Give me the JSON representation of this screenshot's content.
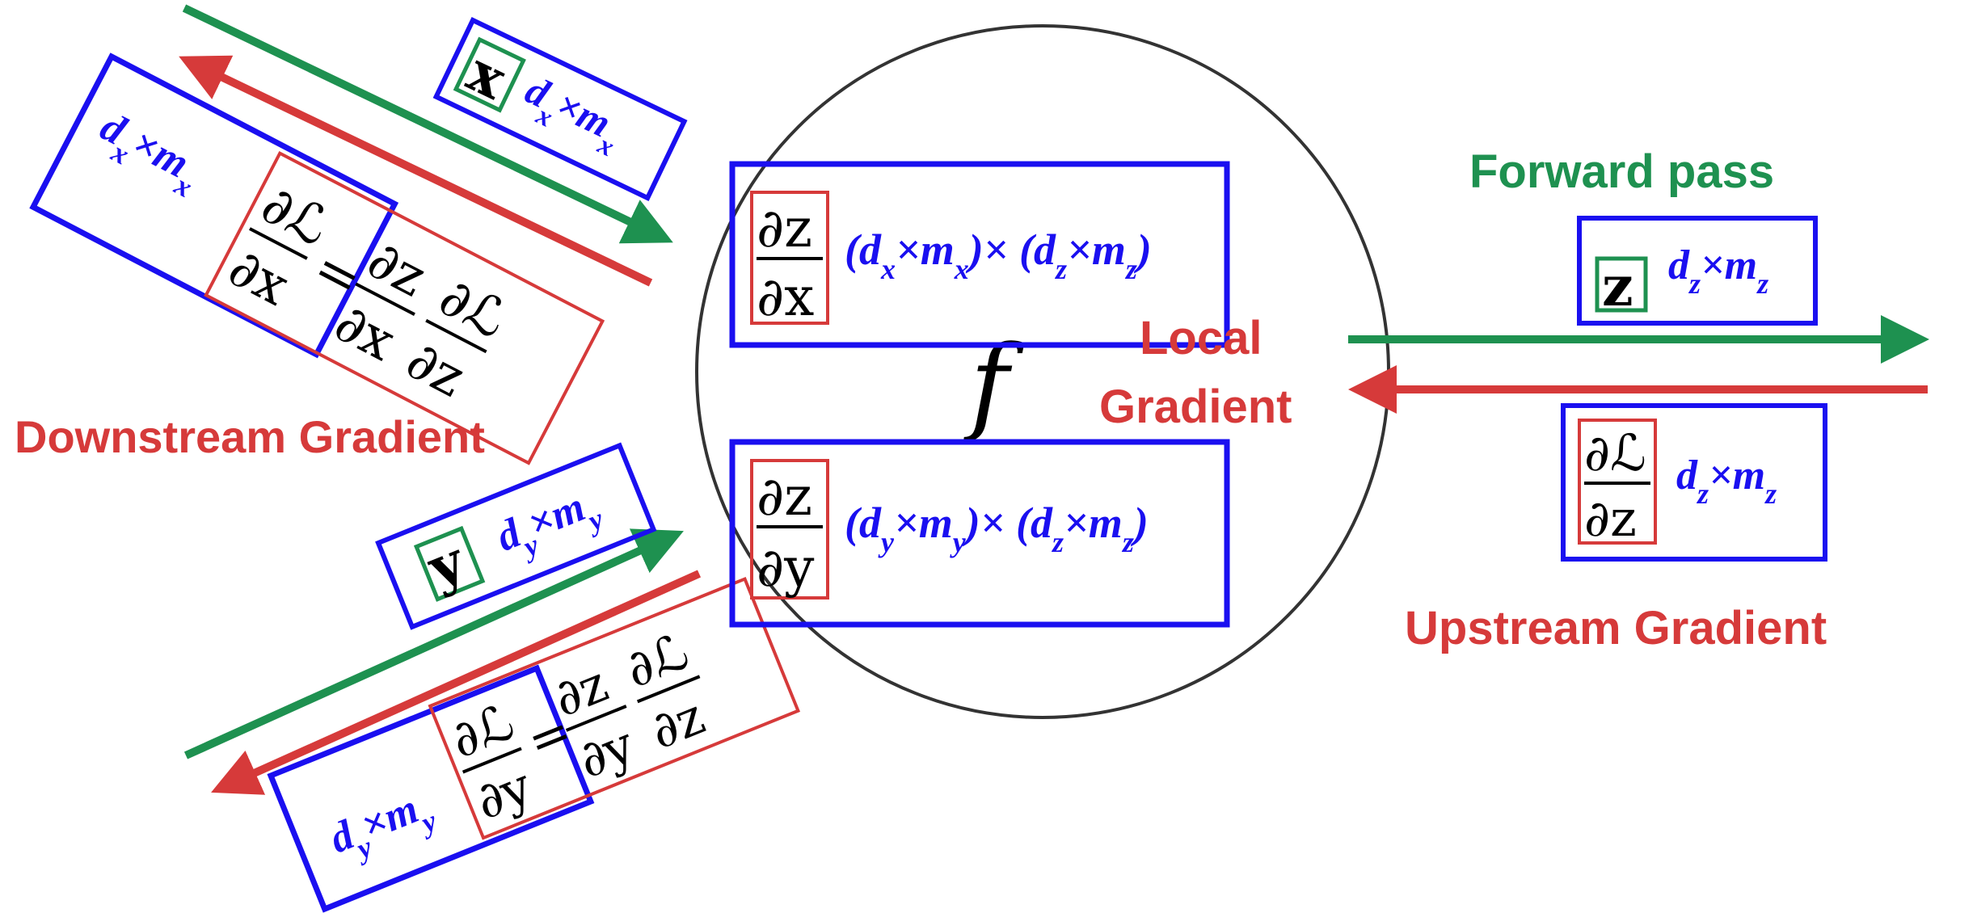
{
  "function_label": "f",
  "labels": {
    "forward_pass": "Forward pass",
    "local_gradient_line1": "Local",
    "local_gradient_line2": "Gradient",
    "downstream_gradient": "Downstream Gradient",
    "upstream_gradient": "Upstream Gradient"
  },
  "symbols": {
    "x": "x",
    "y": "y",
    "z": "z",
    "partial": "∂",
    "loss": "ℒ",
    "equals": "=",
    "times": "×"
  },
  "dims": {
    "x": {
      "d": "d",
      "d_sub": "x",
      "m": "m",
      "m_sub": "x"
    },
    "y": {
      "d": "d",
      "d_sub": "y",
      "m": "m",
      "m_sub": "y"
    },
    "z": {
      "d": "d",
      "d_sub": "z",
      "m": "m",
      "m_sub": "z"
    }
  },
  "local_gradient_dims": {
    "x_part": "(dx×mx)",
    "z_part": "(dz×mz)"
  },
  "colors": {
    "forward": "#1e9150",
    "backward": "#d63a3a",
    "box": "#1a0ff0",
    "text_blue": "#1a0ff0",
    "circle": "#333333",
    "label_green": "#1e9150",
    "label_red": "#d63a3a"
  }
}
